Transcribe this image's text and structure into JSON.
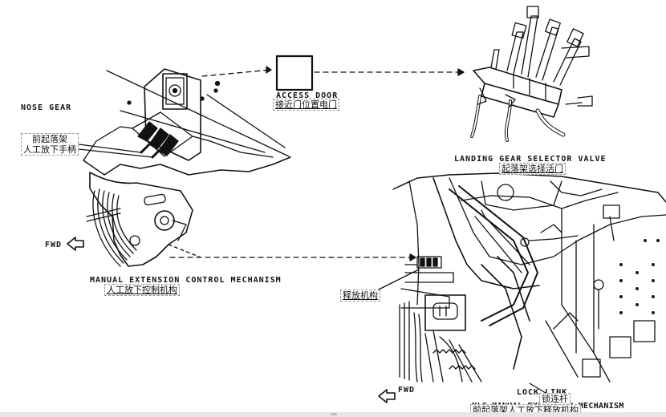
{
  "labels_en": {
    "nose_gear": "NOSE GEAR",
    "access_door": "ACCESS DOOR",
    "landing_gear_selector_valve": "LANDING GEAR SELECTOR VALVE",
    "manual_extension_control_mechanism": "MANUAL EXTENSION CONTROL MECHANISM",
    "fwd_left": "FWD",
    "fwd_bottom": "FWD",
    "lock_link": "LOCK LINK",
    "nlg_manual_extension_mechanism": "NLG MANUAL EXTENSION MECHANISM"
  },
  "labels_cn": {
    "nose_gear_manual_handle_line1": "前起落架",
    "nose_gear_manual_handle_line2": "人工放下手柄",
    "access_door": "接近门位置电门",
    "selector_valve": "起落架选择活门",
    "manual_extension_control_mechanism": "人工放下控制机构",
    "release_mechanism": "释放机构",
    "lock_link": "锁连杆",
    "nlg_manual_release_mechanism": "前起落架人工放下释放机构"
  },
  "colors": {
    "line": "#111111",
    "label_border": "#9a9a9a"
  }
}
